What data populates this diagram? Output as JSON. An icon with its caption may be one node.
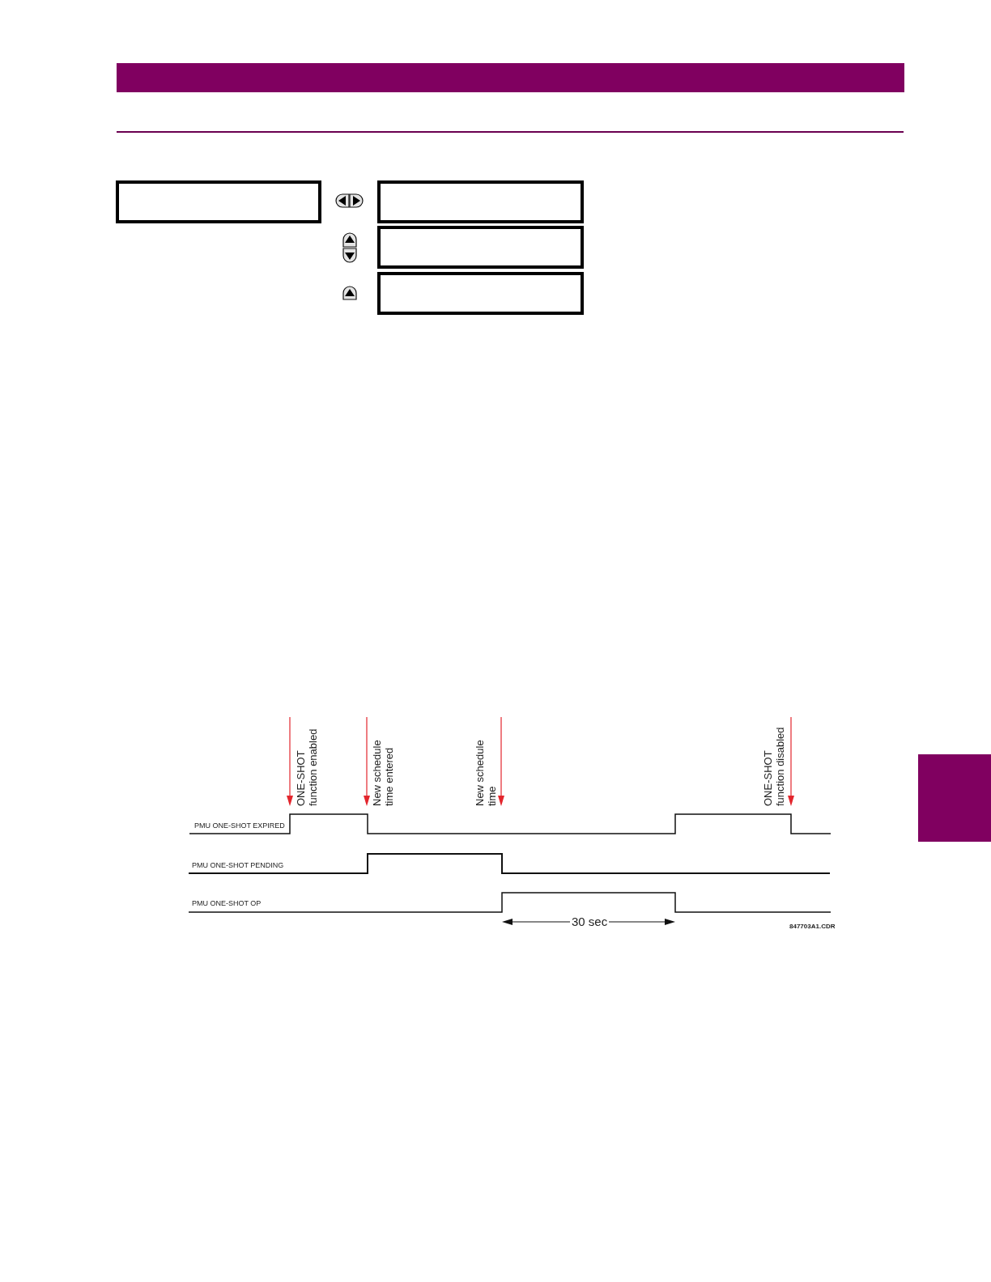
{
  "diagram": {
    "nodes": [
      {
        "text": [],
        "shape": "box"
      },
      {
        "text": [],
        "shape": "box"
      },
      {
        "text": [],
        "shape": "box"
      },
      {
        "text": [],
        "shape": "box"
      },
      {
        "text": [],
        "shape": "box"
      }
    ],
    "labels": [
      "ONE-SHOT function enabled",
      "New schedule time entered",
      "New schedule time",
      "ONE-SHOT function disabled",
      "PMU ONE-SHOT EXPIRED",
      "PMU ONE-SHOT PENDING",
      "PMU ONE-SHOT OP",
      "30 sec",
      "847703A1.CDR"
    ]
  }
}
